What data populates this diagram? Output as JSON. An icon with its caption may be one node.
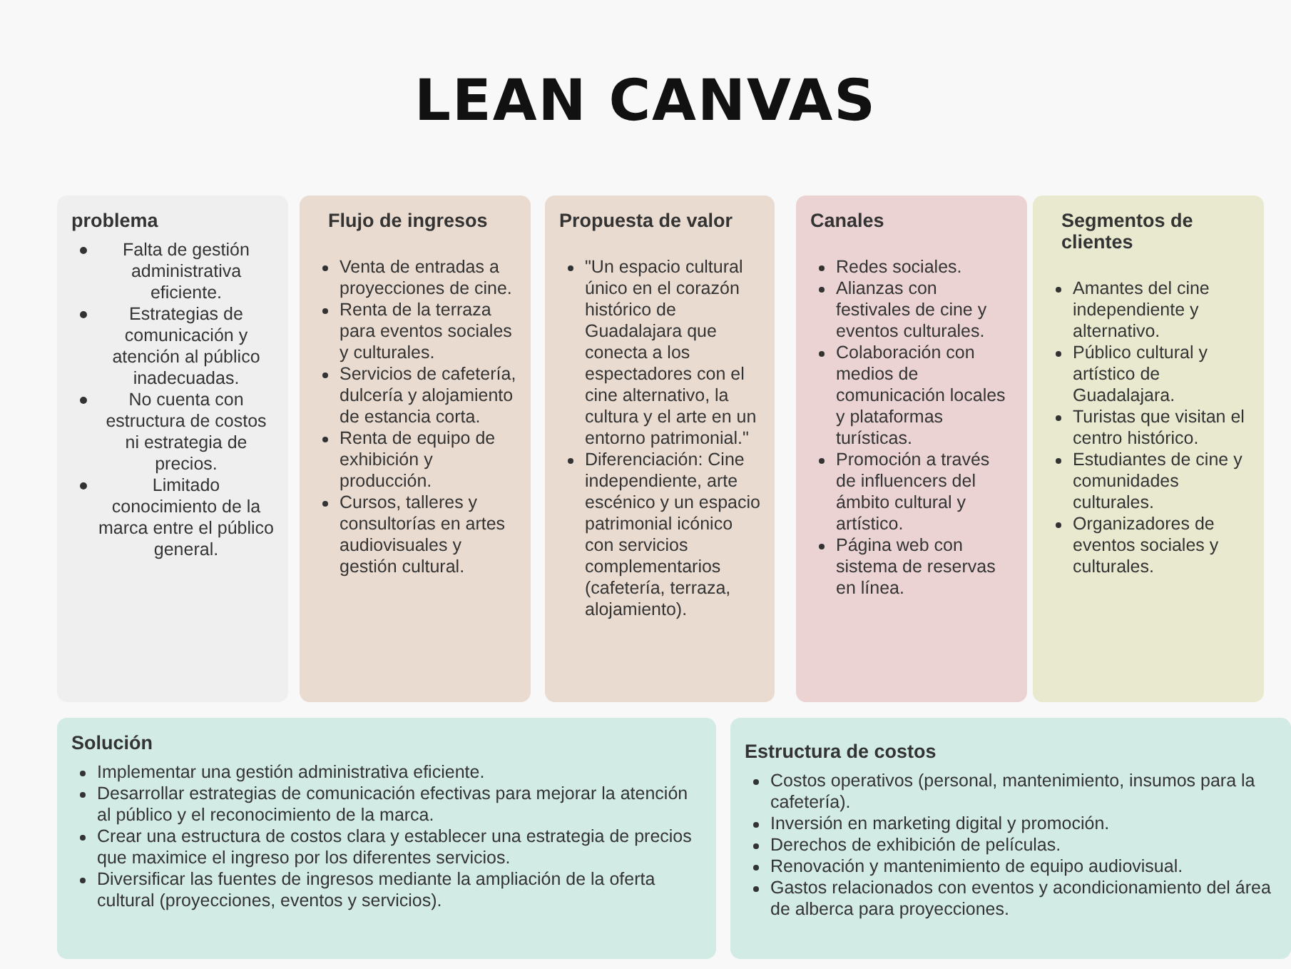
{
  "diagram": {
    "title": "LEAN CANVAS",
    "nodes": [
      {
        "text": [
          "problema",
          "Falta de gestión administrativa eficiente.",
          "Estrategias de comunicación y atención al público inadecuadas.",
          "No cuenta con estructura de costos ni estrategia de precios.",
          "Limitado conocimiento de la marca entre el público general."
        ]
      },
      {
        "text": [
          "Flujo de ingresos",
          "Venta de entradas a proyecciones de cine.",
          "Renta de la terraza para eventos sociales y culturales.",
          "Servicios de cafetería, dulcería y alojamiento de estancia corta.",
          "Renta de equipo de exhibición y producción.",
          "Cursos, talleres y consultorías en artes audiovisuales y gestión cultural."
        ]
      },
      {
        "text": [
          "Propuesta de valor",
          "\"Un espacio cultural único en el corazón histórico de Guadalajara que conecta a los espectadores con el cine alternativo, la cultura y el arte en un entorno patrimonial.\"",
          "Diferenciación: Cine independiente, arte escénico y un espacio patrimonial icónico con servicios complementarios (cafetería, terraza, alojamiento)."
        ]
      },
      {
        "text": [
          "Canales",
          "Redes sociales.",
          "Alianzas con festivales de cine y eventos culturales.",
          "Colaboración con medios de comunicación locales y plataformas turísticas.",
          "Promoción a través de influencers del ámbito cultural y artístico.",
          "Página web con sistema de reservas en línea."
        ]
      },
      {
        "text": [
          "Segmentos de clientes",
          "Amantes del cine independiente y alternativo.",
          "Público cultural y artístico de Guadalajara.",
          "Turistas que visitan el centro histórico.",
          "Estudiantes de cine y comunidades culturales.",
          "Organizadores de eventos sociales y culturales."
        ]
      },
      {
        "text": [
          "Solución",
          "Implementar una gestión administrativa eficiente.",
          "Desarrollar estrategias de comunicación efectivas para mejorar la atención al público y el reconocimiento de la marca.",
          "Crear una estructura de costos clara y establecer una estrategia de precios que maximice el ingreso por los diferentes servicios.",
          "Diversificar las fuentes de ingresos mediante la ampliación de la oferta cultural (proyecciones, eventos y servicios)."
        ]
      },
      {
        "text": [
          "Estructura de costos",
          "Costos operativos (personal, mantenimiento, insumos para la cafetería).",
          "Inversión en marketing digital y promoción.",
          "Derechos de exhibición de películas.",
          "Renovación y mantenimiento de equipo audiovisual.",
          "Gastos relacionados con eventos y acondicionamiento del área de alberca para proyecciones."
        ]
      }
    ]
  }
}
